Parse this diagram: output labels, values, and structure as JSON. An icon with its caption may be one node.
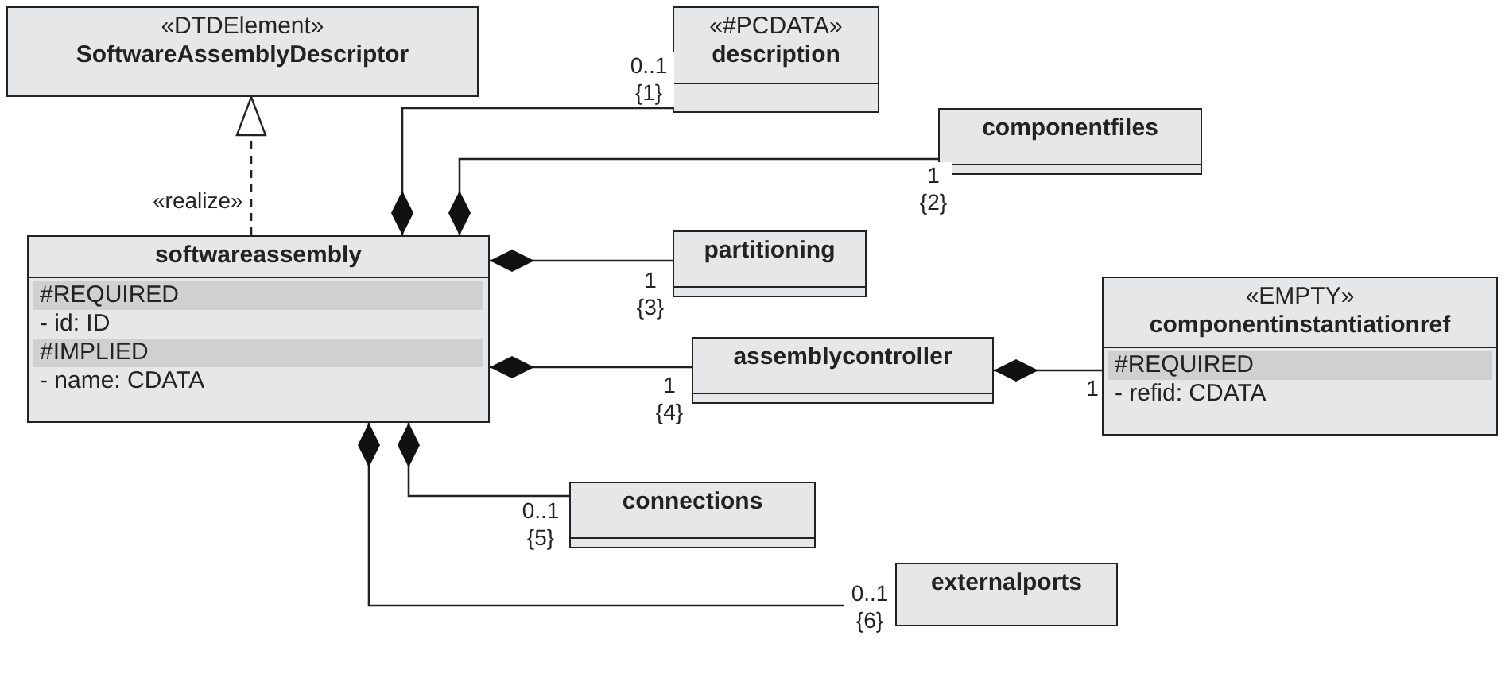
{
  "diagram": {
    "nodes": [
      {
        "text": [
          "«DTDElement»",
          "SoftwareAssemblyDescriptor"
        ]
      },
      {
        "text": [
          "«#PCDATA»",
          "description"
        ]
      },
      {
        "text": [
          "componentfiles"
        ]
      },
      {
        "text": [
          "softwareassembly",
          "#REQUIRED",
          "- id: ID",
          "#IMPLIED",
          "- name: CDATA"
        ]
      },
      {
        "text": [
          "partitioning"
        ]
      },
      {
        "text": [
          "assemblycontroller"
        ]
      },
      {
        "text": [
          "«EMPTY»",
          "componentinstantiationref",
          "#REQUIRED",
          "- refid: CDATA"
        ]
      },
      {
        "text": [
          "connections"
        ]
      },
      {
        "text": [
          "externalports"
        ]
      }
    ],
    "edges": [
      {
        "from": 3,
        "to": 0,
        "arrow": "to",
        "style": "dashed",
        "label": "«realize»"
      },
      {
        "from": 3,
        "to": 1,
        "arrow": "other",
        "label": "0..1 {1}"
      },
      {
        "from": 3,
        "to": 2,
        "arrow": "other",
        "label": "1 {2}"
      },
      {
        "from": 3,
        "to": 4,
        "arrow": "other",
        "label": "1 {3}"
      },
      {
        "from": 3,
        "to": 5,
        "arrow": "other",
        "label": "1 {4}"
      },
      {
        "from": 5,
        "to": 6,
        "arrow": "other",
        "label": "1"
      },
      {
        "from": 3,
        "to": 7,
        "arrow": "other",
        "label": "0..1 {5}"
      },
      {
        "from": 3,
        "to": 8,
        "arrow": "other",
        "label": "0..1 {6}"
      }
    ]
  }
}
